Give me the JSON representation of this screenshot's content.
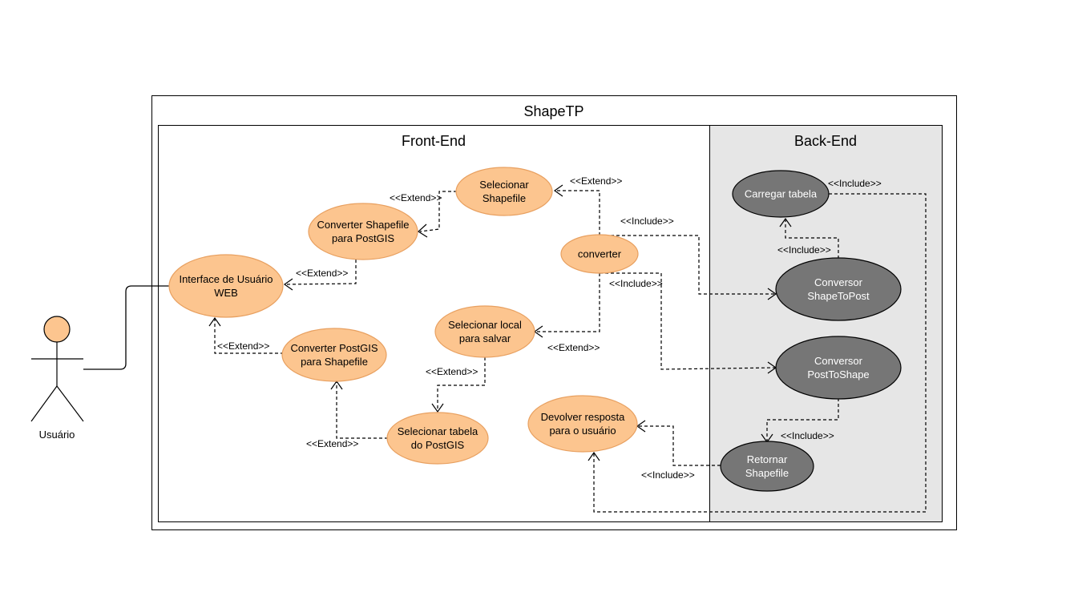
{
  "system": {
    "title": "ShapeTP"
  },
  "frontend": {
    "title": "Front-End"
  },
  "backend": {
    "title": "Back-End"
  },
  "actor": {
    "name": "Usuário"
  },
  "colors": {
    "frontend_usecase": "#fcc58f",
    "frontend_stroke": "#e8a060",
    "backend_usecase": "#767676",
    "backend_panel": "#e6e6e6"
  },
  "usecases": {
    "selecionar_shapefile": [
      "Selecionar",
      "Shapefile"
    ],
    "converter_shp_postgis": [
      "Converter Shapefile",
      "para PostGIS"
    ],
    "interface_web": [
      "Interface de Usuário",
      "WEB"
    ],
    "converter": [
      "converter"
    ],
    "selecionar_local": [
      "Selecionar local",
      "para salvar"
    ],
    "converter_postgis_shp": [
      "Converter PostGIS",
      "para Shapefile"
    ],
    "selecionar_tabela": [
      "Selecionar tabela",
      "do PostGIS"
    ],
    "devolver_resposta": [
      "Devolver resposta",
      "para o usuário"
    ],
    "carregar_tabela": [
      "Carregar tabela"
    ],
    "conversor_shapetopost": [
      "Conversor",
      "ShapeToPost"
    ],
    "conversor_posttoshape": [
      "Conversor",
      "PostToShape"
    ],
    "retornar_shapefile": [
      "Retornar",
      "Shapefile"
    ]
  },
  "labels": {
    "extend_sel_shp_to_conv": "<<Extend>>",
    "extend_conv_to_interface": "<<Extend>>",
    "extend_converter_to_sel_shp": "<<Extend>>",
    "include_converter_to_shapetopost": "<<Include>>",
    "include_converter_to_posttoshape": "<<Include>>",
    "extend_converter_to_local": "<<Extend>>",
    "extend_local_to_tabela": "<<Extend>>",
    "extend_pg_to_interface": "<<Extend>>",
    "extend_tabela_to_pg": "<<Extend>>",
    "include_carregar": "<<Include>>",
    "include_stp_to_carregar": "<<Include>>",
    "include_pts_to_retornar": "<<Include>>",
    "include_retornar_to_devolver": "<<Include>>"
  }
}
